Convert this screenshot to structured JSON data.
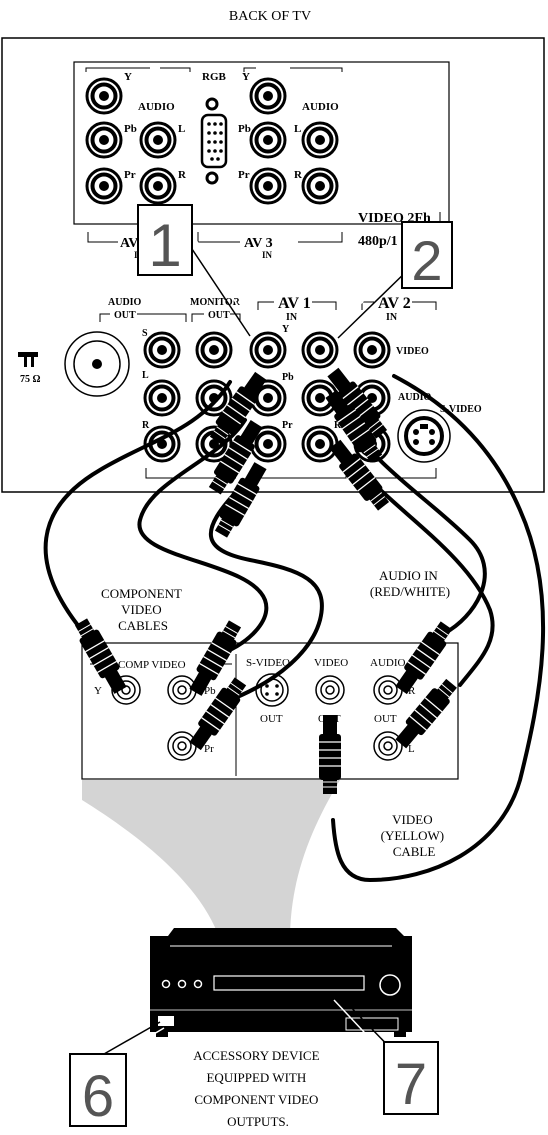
{
  "header": {
    "title": "BACK OF TV"
  },
  "tv_panel": {
    "upper_box": {
      "left_labels": {
        "y": "Y",
        "pb": "Pb",
        "pr": "Pr",
        "audio": "AUDIO",
        "l": "L",
        "r": "R"
      },
      "right_labels": {
        "rgb": "RGB",
        "y": "Y",
        "pb": "Pb",
        "pr": "Pr",
        "audio": "AUDIO",
        "l": "L",
        "r": "R"
      },
      "av_left": "AV",
      "av_left_in": "IN",
      "av3": "AV 3",
      "av3_in": "IN",
      "video_label": "VIDEO 2Fh",
      "res_label": "480p/1"
    },
    "audio_out": {
      "title": "AUDIO",
      "sub": "OUT",
      "s": "S",
      "l": "L",
      "r": "R"
    },
    "monitor_out": {
      "title": "MONITOR",
      "sub": "OUT"
    },
    "av1": {
      "title": "AV 1",
      "in": "IN",
      "y": "Y",
      "pb": "Pb",
      "pr": "Pr",
      "l": "L",
      "r": "R"
    },
    "av2": {
      "title": "AV 2",
      "in": "IN",
      "video": "VIDEO",
      "audio": "AUDIO",
      "svideo": "S-VIDEO"
    },
    "antenna": {
      "label": "75 Ω"
    }
  },
  "callouts": {
    "one": "1",
    "two": "2",
    "six": "6",
    "seven": "7"
  },
  "cable_labels": {
    "component": [
      "COMPONENT",
      "VIDEO",
      "CABLES"
    ],
    "audio_in": [
      "AUDIO IN",
      "(RED/WHITE)"
    ],
    "video": [
      "VIDEO",
      "(YELLOW)",
      "CABLE"
    ]
  },
  "device_panel": {
    "comp_video": "COMP VIDEO",
    "y": "Y",
    "pb": "Pb",
    "pr": "Pr",
    "svideo": "S-VIDEO",
    "svideo_out": "OUT",
    "video": "VIDEO",
    "video_out": "OUT",
    "audio": "AUDIO",
    "audio_out": "OUT",
    "r": "R",
    "l": "L"
  },
  "device_caption": [
    "ACCESSORY DEVICE",
    "EQUIPPED WITH",
    "COMPONENT VIDEO",
    "OUTPUTS."
  ],
  "colors": {
    "ink": "#000000",
    "paper": "#ffffff",
    "beam": "#d4d4d4"
  }
}
